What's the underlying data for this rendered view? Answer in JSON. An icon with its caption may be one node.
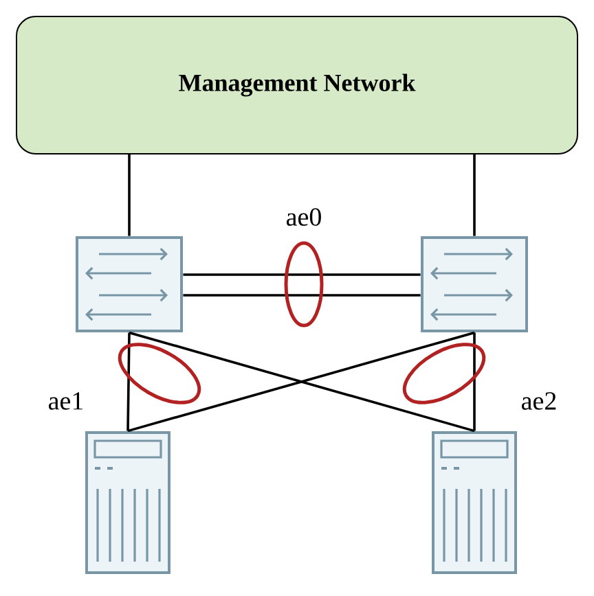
{
  "diagram": {
    "nodes": [
      {
        "text": [
          "Management Network"
        ]
      },
      {
        "text": [],
        "shape": "picture"
      },
      {
        "text": [],
        "shape": "picture"
      },
      {
        "text": [],
        "shape": "picture"
      },
      {
        "text": [],
        "shape": "picture"
      }
    ],
    "edges": [
      {
        "from": 0,
        "to": 1,
        "arrow": "none"
      },
      {
        "from": 0,
        "to": 2,
        "arrow": "none"
      },
      {
        "from": 1,
        "to": 2,
        "arrow": "none"
      },
      {
        "from": 1,
        "to": 2,
        "arrow": "none"
      },
      {
        "from": 1,
        "to": 3,
        "arrow": "none"
      },
      {
        "from": 1,
        "to": 4,
        "arrow": "none"
      },
      {
        "from": 2,
        "to": 3,
        "arrow": "none"
      },
      {
        "from": 2,
        "to": 4,
        "arrow": "none"
      }
    ],
    "labels": [
      "ae0",
      "ae1",
      "ae2"
    ]
  }
}
